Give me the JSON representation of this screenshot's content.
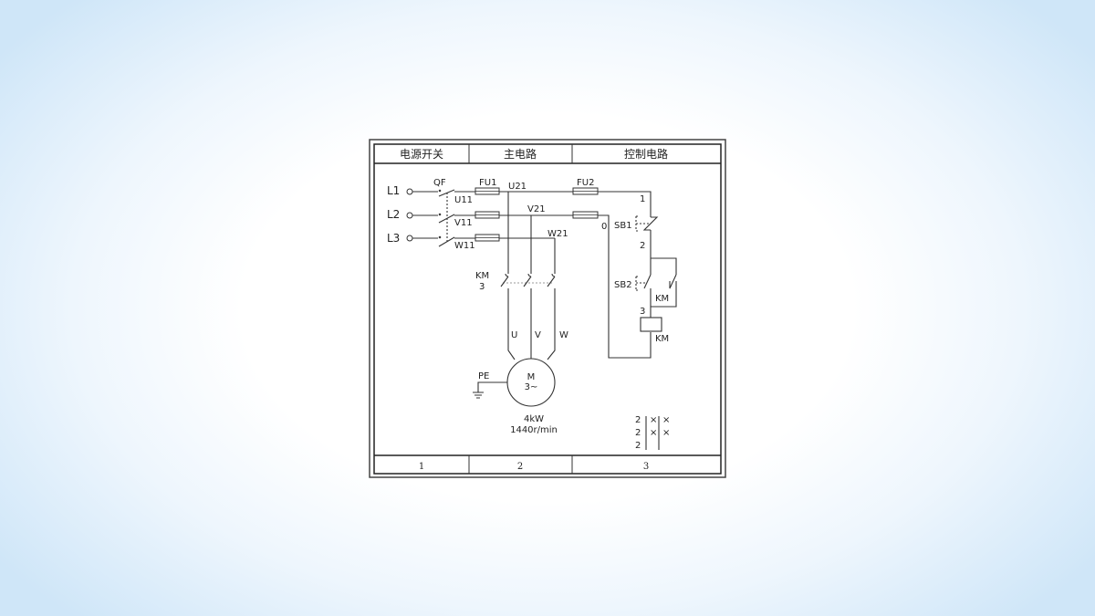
{
  "headers": {
    "power_switch": "电源开关",
    "main_circuit": "主电路",
    "control_circuit": "控制电路"
  },
  "footer": {
    "col1": "1",
    "col2": "2",
    "col3": "3"
  },
  "lines": {
    "l1": "L1",
    "l2": "L2",
    "l3": "L3"
  },
  "components": {
    "qf": "QF",
    "fu1": "FU1",
    "fu2": "FU2",
    "km_main": "KM",
    "km_main_col": "3",
    "sb1": "SB1",
    "sb2": "SB2",
    "km_aux": "KM",
    "km_coil": "KM",
    "pe": "PE"
  },
  "wires": {
    "u11": "U11",
    "v11": "V11",
    "w11": "W11",
    "u21": "U21",
    "v21": "V21",
    "w21": "W21",
    "u": "U",
    "v": "V",
    "w": "W",
    "n1": "1",
    "n0": "0",
    "n2": "2",
    "n3": "3"
  },
  "motor": {
    "symbol": "M",
    "phase": "3~",
    "power": "4kW",
    "speed": "1440r/min"
  },
  "contact_table": {
    "rows": [
      "2",
      "2",
      "2"
    ],
    "c1": [
      "×",
      "×",
      ""
    ],
    "c2": [
      "×",
      "×",
      ""
    ]
  }
}
